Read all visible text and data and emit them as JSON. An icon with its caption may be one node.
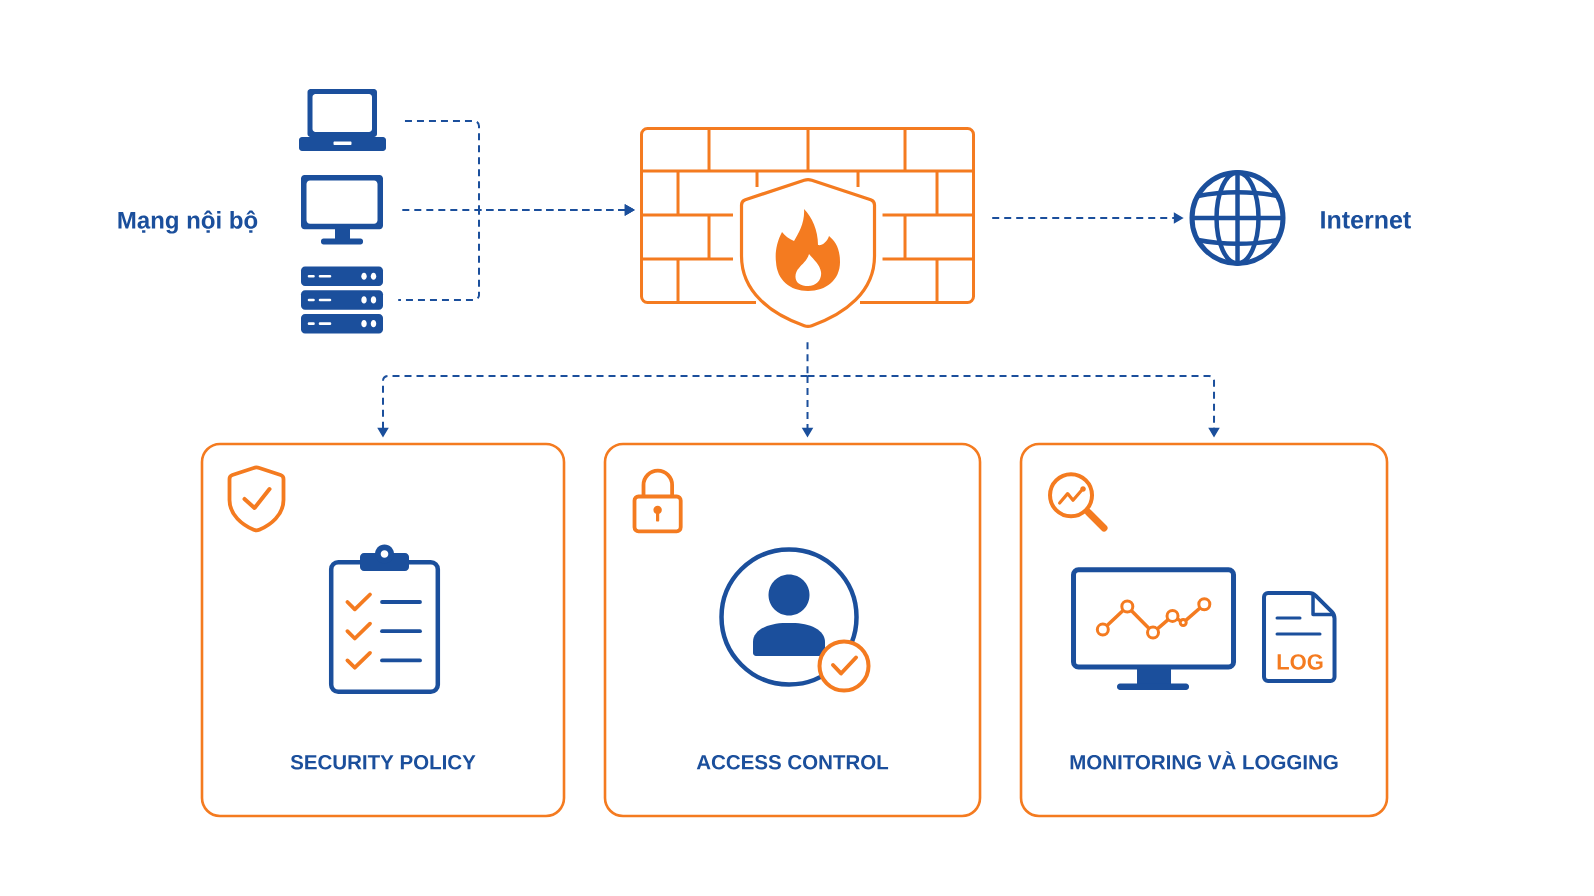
{
  "diagram": {
    "nodes": [
      {
        "text": [],
        "shape": "picture"
      },
      {
        "text": [],
        "shape": "picture"
      },
      {
        "text": [],
        "shape": "picture"
      },
      {
        "text": [],
        "shape": "picture"
      },
      {
        "text": [],
        "shape": "picture",
        "beside": [
          "Internet"
        ]
      },
      {
        "text": [
          "SECURITY POLICY"
        ]
      },
      {
        "text": [
          "ACCESS CONTROL"
        ]
      },
      {
        "text": [
          "MONITORING VÀ LOGGING"
        ]
      }
    ],
    "edges": [
      {
        "from": 0,
        "to": 3,
        "arrow": "to",
        "style": "dashed"
      },
      {
        "from": 1,
        "to": 3,
        "arrow": "to",
        "style": "dashed"
      },
      {
        "from": 2,
        "to": 3,
        "arrow": "to",
        "style": "dashed"
      },
      {
        "from": 3,
        "to": 4,
        "arrow": "to",
        "style": "dashed"
      },
      {
        "from": 3,
        "to": 5,
        "arrow": "to",
        "style": "dashed"
      },
      {
        "from": 3,
        "to": 6,
        "arrow": "to",
        "style": "dashed"
      },
      {
        "from": 3,
        "to": 7,
        "arrow": "to",
        "style": "dashed"
      }
    ],
    "labels": [
      "Mạng nội bộ",
      "LOG"
    ]
  }
}
